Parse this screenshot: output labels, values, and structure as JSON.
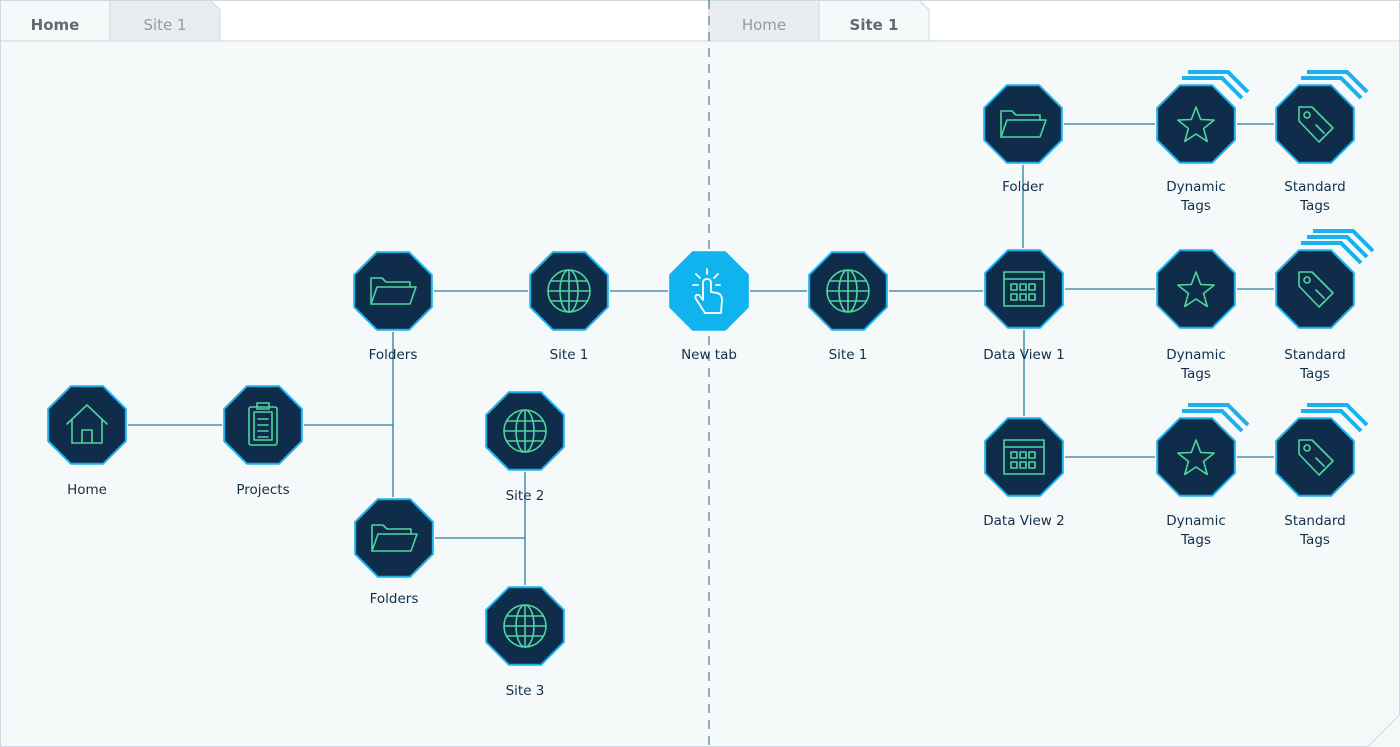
{
  "colors": {
    "panel_bg": "#f6f9fa",
    "tab_bg": "#e9edef",
    "border": "#cfd8de",
    "node_fill": "#0f2d4a",
    "node_stroke": "#1bb1ec",
    "accent": "#0fb3ee",
    "icon": "#4fd69c",
    "edge": "#2c7d9f",
    "label": "#123049"
  },
  "panels": [
    {
      "id": "left",
      "tabs": [
        {
          "label": "Home",
          "active": true
        },
        {
          "label": "Site 1",
          "active": false
        }
      ]
    },
    {
      "id": "right",
      "tabs": [
        {
          "label": "Home",
          "active": false
        },
        {
          "label": "Site 1",
          "active": true
        }
      ]
    }
  ],
  "nodes": [
    {
      "id": "home",
      "label": "Home",
      "icon": "home-icon"
    },
    {
      "id": "projects",
      "label": "Projects",
      "icon": "clipboard-icon"
    },
    {
      "id": "folders-top",
      "label": "Folders",
      "icon": "folder-icon"
    },
    {
      "id": "site1-left",
      "label": "Site 1",
      "icon": "globe-icon"
    },
    {
      "id": "new-tab",
      "label": "New tab",
      "icon": "tap-icon"
    },
    {
      "id": "site2",
      "label": "Site 2",
      "icon": "globe-icon"
    },
    {
      "id": "folders-bottom",
      "label": "Folders",
      "icon": "folder-icon"
    },
    {
      "id": "site3",
      "label": "Site 3",
      "icon": "globe-icon"
    },
    {
      "id": "site1-right",
      "label": "Site 1",
      "icon": "globe-icon"
    },
    {
      "id": "folder",
      "label": "Folder",
      "icon": "folder-icon"
    },
    {
      "id": "dyn-tags-1",
      "label": [
        "Dynamic",
        "Tags"
      ],
      "icon": "star-icon"
    },
    {
      "id": "std-tags-1",
      "label": [
        "Standard",
        "Tags"
      ],
      "icon": "tag-icon"
    },
    {
      "id": "data-view-1",
      "label": "Data View 1",
      "icon": "grid-view-icon"
    },
    {
      "id": "dyn-tags-2",
      "label": [
        "Dynamic",
        "Tags"
      ],
      "icon": "star-icon"
    },
    {
      "id": "std-tags-2",
      "label": [
        "Standard",
        "Tags"
      ],
      "icon": "tag-icon"
    },
    {
      "id": "data-view-2",
      "label": "Data View 2",
      "icon": "grid-view-icon"
    },
    {
      "id": "dyn-tags-3",
      "label": [
        "Dynamic",
        "Tags"
      ],
      "icon": "star-icon"
    },
    {
      "id": "std-tags-3",
      "label": [
        "Standard",
        "Tags"
      ],
      "icon": "tag-icon"
    }
  ]
}
